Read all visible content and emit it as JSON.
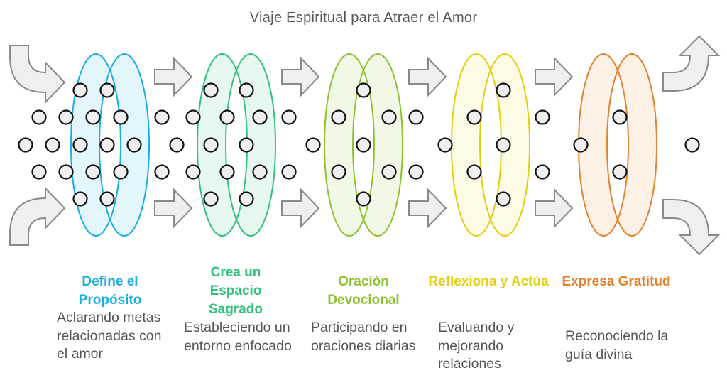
{
  "title": "Viaje Espiritual para Atraer el Amor",
  "stages": [
    {
      "title": "Define el Propósito",
      "description": "Aclarando metas relacionadas con el amor",
      "color": "#1aaee0",
      "fill": "#e3f6fc"
    },
    {
      "title": "Crea un Espacio Sagrado",
      "description": "Estableciendo un entorno enfocado",
      "color": "#33c17f",
      "fill": "#e6f8ef"
    },
    {
      "title": "Oración Devocional",
      "description": "Participando en oraciones diarias",
      "color": "#8dc232",
      "fill": "#f1f8e6"
    },
    {
      "title": "Reflexiona y Actúa",
      "description": "Evaluando y mejorando relaciones",
      "color": "#e3cf12",
      "fill": "#fdfbe6"
    },
    {
      "title": "Expresa Gratitud",
      "description": "Reconociendo la guía divina",
      "color": "#e3822e",
      "fill": "#fdf1e6"
    }
  ],
  "icons": {
    "arrow": "arrow-right-icon",
    "particle": "circle-icon",
    "ring": "ring-icon"
  }
}
